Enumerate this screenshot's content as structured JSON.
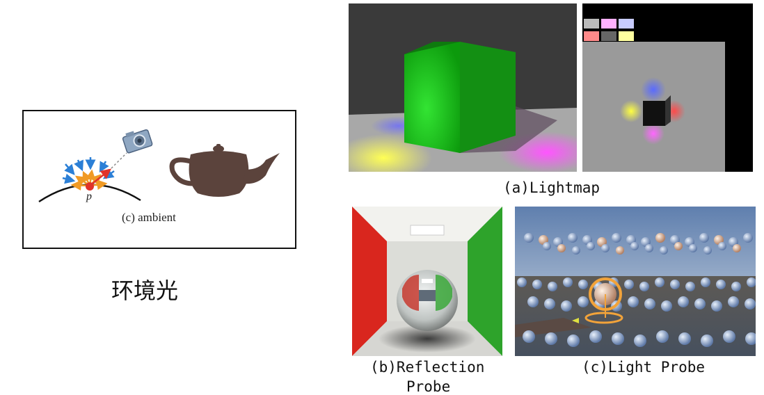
{
  "ambient_figure": {
    "point_label": "p",
    "caption": "(c) ambient",
    "icons": [
      "camera-icon",
      "teapot-icon"
    ]
  },
  "chinese_title": "环境光",
  "captions": {
    "lightmap": "(a)Lightmap",
    "reflection_line1": "(b)Reflection",
    "reflection_line2": "Probe",
    "light_probe": "(c)Light Probe"
  }
}
